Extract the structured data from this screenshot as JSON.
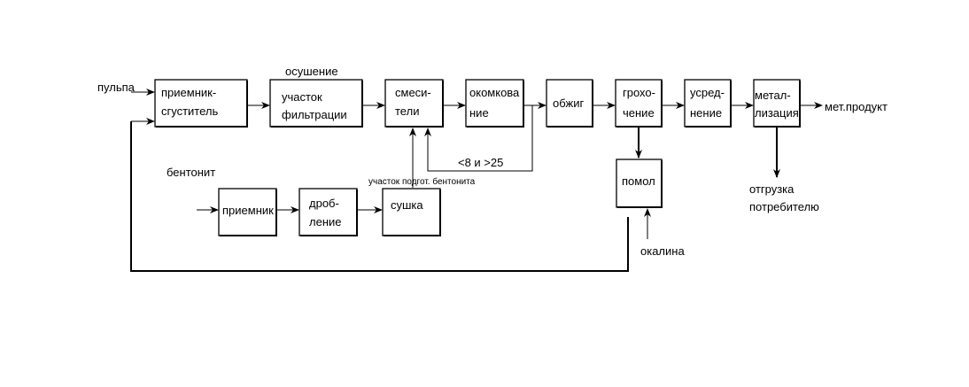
{
  "inputs": {
    "pulpa": "пульпа",
    "bentonite": "бентонит",
    "scale": "окалина"
  },
  "annotations": {
    "drying": "осушение",
    "size_range": "<8 и >25",
    "bentonite_section": "участок подгот. бентонита"
  },
  "outputs": {
    "product": "мет.продукт",
    "shipping_line1": "отгрузка",
    "shipping_line2": "потребителю"
  },
  "boxes": {
    "receiver_thickener": [
      "приемник-",
      "сгуститель"
    ],
    "filtration": [
      "участок",
      "фильтрации"
    ],
    "mixers": [
      "смеси-",
      "тели"
    ],
    "pelletizing": [
      "окомкова",
      "ние"
    ],
    "firing": [
      "обжиг"
    ],
    "screening": [
      "грохо-",
      "чение"
    ],
    "averaging": [
      "усред-",
      "нение"
    ],
    "metallization": [
      "метал-",
      "лизация"
    ],
    "grinding": [
      "помол"
    ],
    "receiver": [
      "приемник"
    ],
    "crushing": [
      "дроб-",
      "ление"
    ],
    "drying_box": [
      "сушка"
    ]
  },
  "colors": {
    "stroke": "#000000",
    "background": "#ffffff"
  }
}
